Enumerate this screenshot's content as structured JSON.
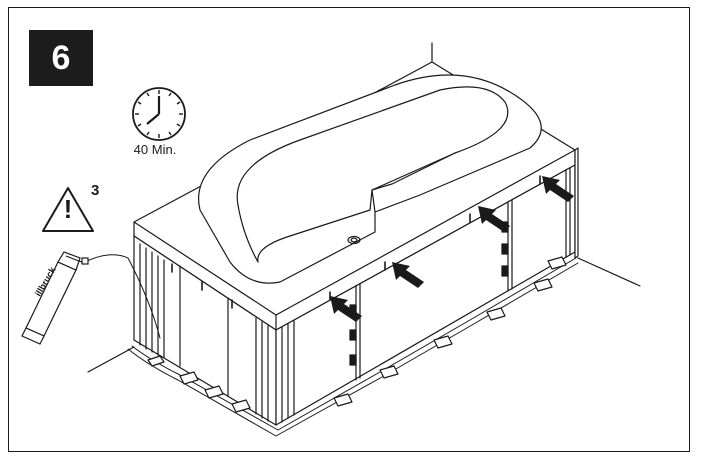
{
  "step": {
    "number": "6"
  },
  "timer": {
    "label": "40 Min.",
    "icon": "clock-icon"
  },
  "warning": {
    "reference": "3",
    "icon": "warning-triangle-icon",
    "symbol": "!"
  },
  "adhesive_can": {
    "brand": "illbruck"
  },
  "colors": {
    "ink": "#1a1a1a",
    "badge": "#1c1c1c",
    "paper": "#ffffff"
  }
}
